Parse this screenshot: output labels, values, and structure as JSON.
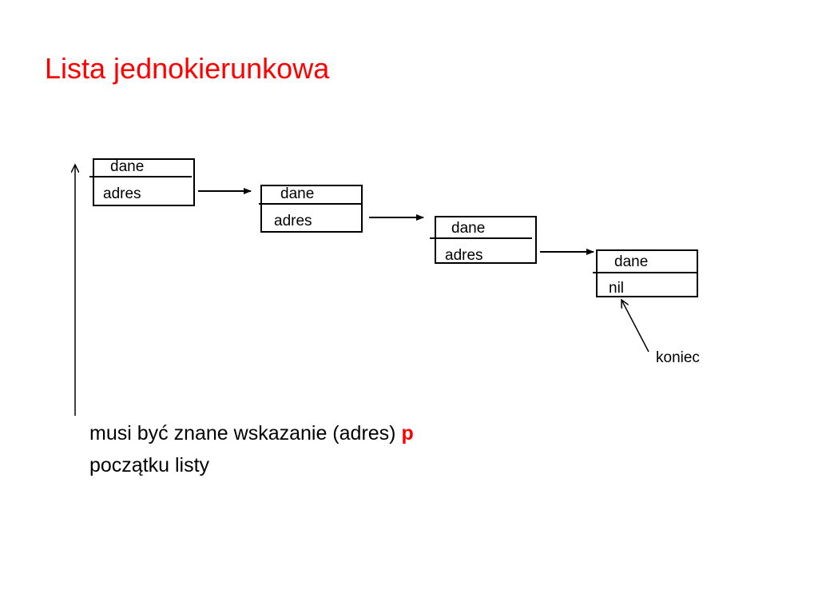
{
  "colors": {
    "accent": "#ff0000",
    "text": "#000000",
    "background": "#ffffff"
  },
  "slide": {
    "title": "Lista jednokierunkowa"
  },
  "nodes": [
    {
      "data_label": "dane",
      "pointer_label": "adres"
    },
    {
      "data_label": "dane",
      "pointer_label": "adres"
    },
    {
      "data_label": "dane",
      "pointer_label": "adres"
    },
    {
      "data_label": "dane",
      "pointer_label": "nil"
    }
  ],
  "annotations": {
    "end_label": "koniec"
  },
  "caption": {
    "line1": "musi być znane wskazanie (adres) ",
    "pointer_name": "p",
    "line2": "początku listy"
  }
}
